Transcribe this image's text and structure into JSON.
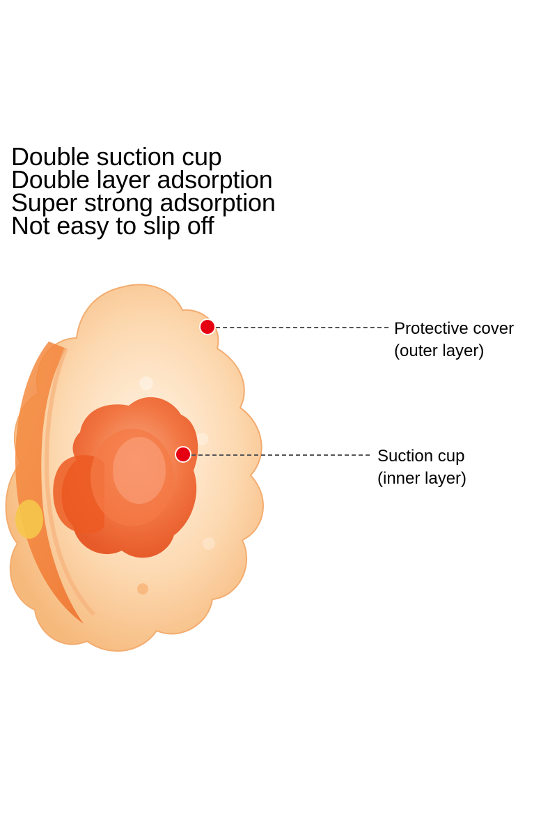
{
  "headline": {
    "lines": [
      "Double suction cup",
      "Double layer adsorption",
      "Super strong adsorption",
      "Not easy to slip off"
    ]
  },
  "callouts": {
    "outer": {
      "title": "Protective cover",
      "subtitle": "(outer layer)"
    },
    "inner": {
      "title": "Suction cup",
      "subtitle": "(inner layer)"
    }
  },
  "colors": {
    "marker": "#e50012",
    "outer_layer": "#f8c28a",
    "inner_layer": "#f2692c",
    "leader_line": "#555555"
  },
  "icons": {
    "product": "silicone-nipple-shield-illustration",
    "marker": "red-dot-icon"
  }
}
